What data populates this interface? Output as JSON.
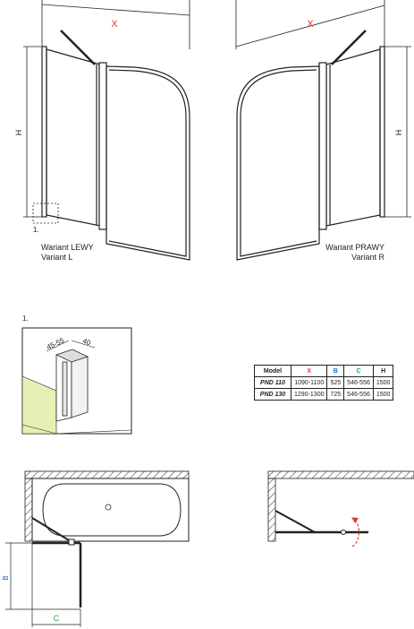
{
  "front_views": {
    "dimension_x": "X",
    "dimension_h": "H",
    "detail_marker": "1.",
    "left_variant": {
      "line1": "Wariant LEWY",
      "line2": "Variant L"
    },
    "right_variant": {
      "line1": "Wariant PRAWY",
      "line2": "Variant R"
    }
  },
  "detail": {
    "title": "1.",
    "dim_depth": "45-55",
    "dim_width": "40"
  },
  "spec_table": {
    "headers": {
      "model": "Model",
      "x": "X",
      "b": "B",
      "c": "C",
      "h": "H"
    },
    "header_colors": {
      "x": "#e53935",
      "b": "#1e63c6",
      "c": "#2e9e3e",
      "h": "#222222"
    },
    "rows": [
      {
        "model": "PND 110",
        "x": "1090-1100",
        "b": "525",
        "c": "546-556",
        "h": "1500"
      },
      {
        "model": "PND 130",
        "x": "1290-1300",
        "b": "725",
        "c": "546-556",
        "h": "1500"
      }
    ]
  },
  "plan_view": {
    "dim_b": "B",
    "dim_c": "C"
  },
  "colors": {
    "dimension_x": "#e53935",
    "dimension_b": "#1e63c6",
    "dimension_c": "#2e9e3e",
    "rotation_arrow": "#e53935",
    "wall_fill": "#e8efb5"
  }
}
